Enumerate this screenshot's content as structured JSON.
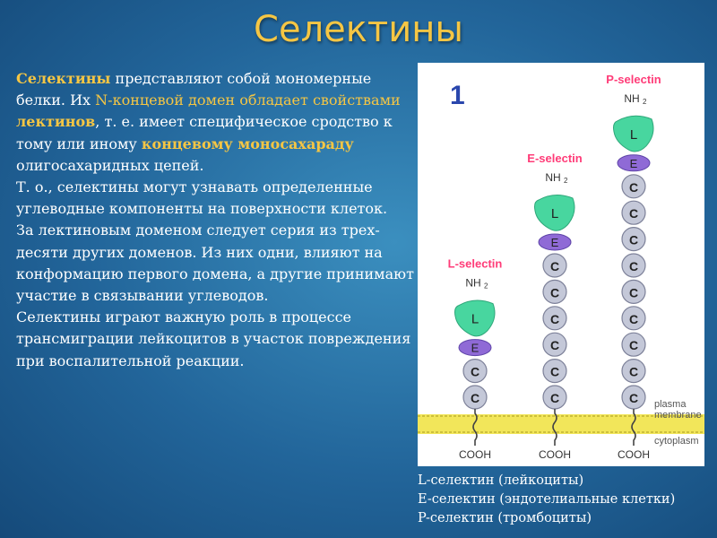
{
  "title": "Селектины",
  "paragraphs": {
    "p1": {
      "s1": "Селектины",
      "s2": " представляют собой мономерные белки. Их ",
      "s3": "N-концевой домен",
      "s4": " ",
      "s5": "обладает свойствами ",
      "s6": "лектинов",
      "s7": ", т. е. имеет специфическое сродство к тому или иному ",
      "s8": "концевому моносахараду",
      "s9": " олигосахаридных цепей."
    },
    "p2": "Т. о., селектины могут узнавать определенные углеводные компоненты на поверхности клеток.",
    "p3": "За лектиновым доменом следует серия из трех-десяти других доменов. Из них одни, влияют на конформацию первого домена, а другие  принимают участие в связывании углеводов.",
    "p4": "Селектины играют важную роль в процессе трансмиграции лейкоцитов в участок повреждения при воспалительной реакции."
  },
  "figure": {
    "panel_number": "1",
    "nh2": "NH",
    "nh2_sub": "2",
    "cooh": "COOH",
    "lectin_label": "L",
    "egf_label": "E",
    "cr_label": "C",
    "plasma_membrane": [
      "plasma",
      "membrane"
    ],
    "cytoplasm": "cytoplasm",
    "molecules": [
      {
        "name": "L-selectin",
        "c_domains": 2
      },
      {
        "name": "E-selectin",
        "c_domains": 6
      },
      {
        "name": "P-selectin",
        "c_domains": 9
      }
    ],
    "colors": {
      "lectin": "#48d69f",
      "egf": "#8f6ad6",
      "cr": "#c4c8d8",
      "name_label": "#ff3c78",
      "number": "#2a47ad",
      "membrane": "#f2e65a"
    }
  },
  "legend": [
    "L-селектин (лейкоциты)",
    "E-селектин (эндотелиальные клетки)",
    "P-селектин (тромбоциты)"
  ]
}
